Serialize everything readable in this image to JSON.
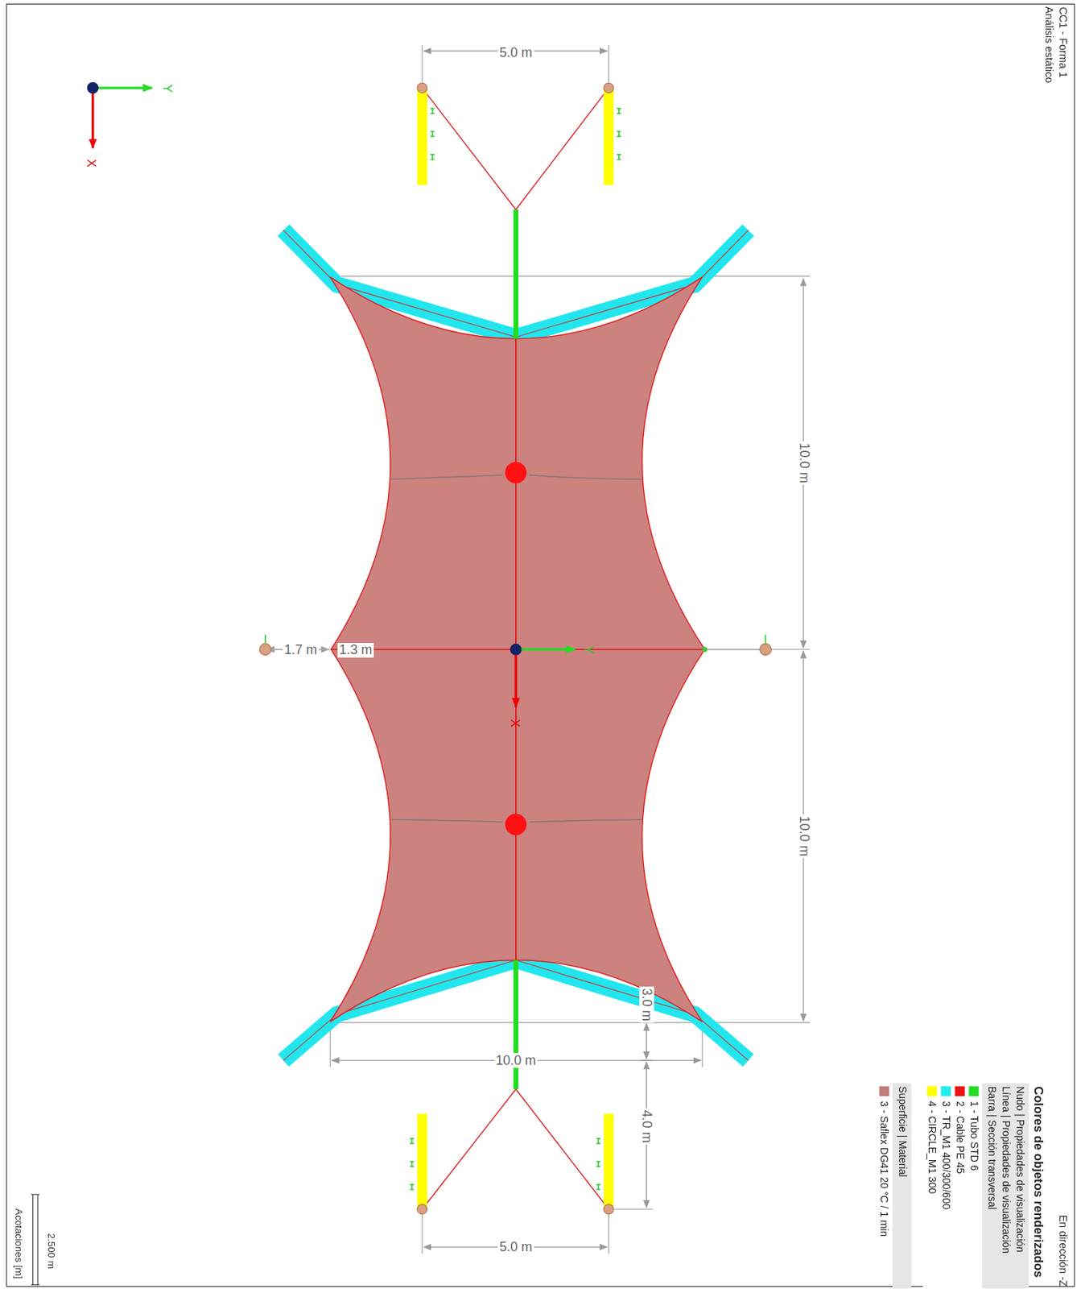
{
  "diagram": {
    "labels": [
      "CC1 - Forma 1",
      "Análisis estático",
      "5.0 m",
      "10.0 m",
      "10.0 m",
      "1.7 m",
      "1.3 m",
      "3.0 m",
      "10.0 m",
      "4.0 m",
      "5.0 m",
      "Y",
      "X",
      "Y",
      "X",
      "En dirección -Z",
      "Colores de objetos renderizados",
      "Nudo | Propiedades de visualización",
      "Línea | Propiedades de visualización",
      "Barra | Sección transversal",
      "Superficie | Material",
      "2.500 m",
      "Acotaciones [m]"
    ],
    "legend": [
      {
        "text": "1 - Tubo STD 6",
        "color": "#22dd22"
      },
      {
        "text": "2 - Cable PE 45",
        "color": "#ee1111"
      },
      {
        "text": "3 - TR_M1 400/300/600",
        "color": "#22eeee"
      },
      {
        "text": "4 - CIRCLE_M1 300",
        "color": "#ffff00"
      },
      {
        "text": "3 - Saflex DG41 20 °C / 1 min",
        "color": "#c07a78"
      }
    ]
  }
}
